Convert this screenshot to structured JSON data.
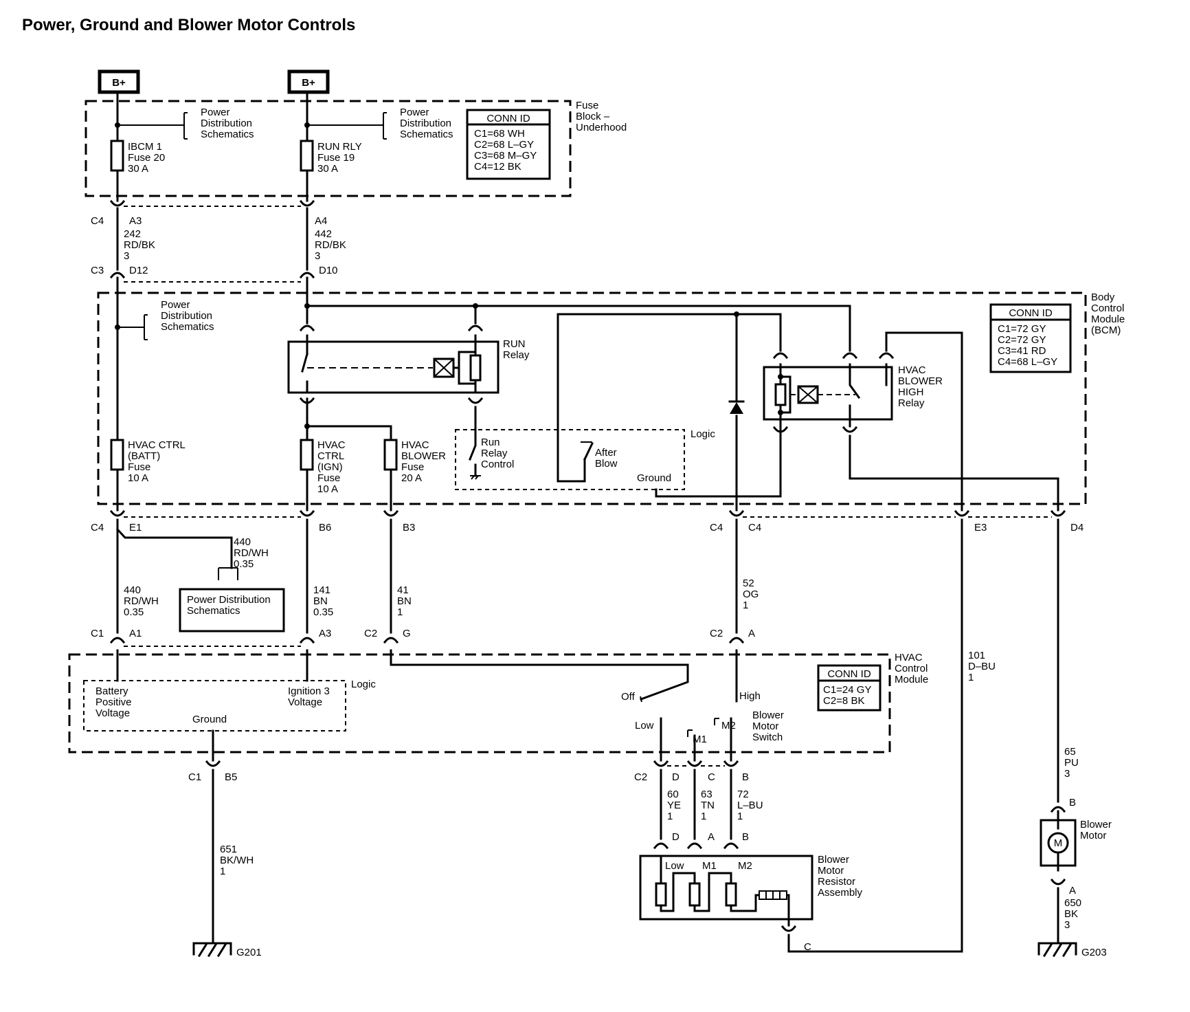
{
  "title": "Power, Ground and Blower Motor Controls",
  "battery_label": "B+",
  "fuse_block": {
    "name": [
      "Fuse",
      "Block –",
      "Underhood"
    ],
    "pds_label": [
      "Power",
      "Distribution",
      "Schematics"
    ],
    "fuse1": [
      "IBCM 1",
      "Fuse 20",
      "30 A"
    ],
    "fuse2": [
      "RUN RLY",
      "Fuse 19",
      "30 A"
    ],
    "conn_id": {
      "header": "CONN ID",
      "rows": [
        "C1=68 WH",
        "C2=68 L–GY",
        "C3=68 M–GY",
        "C4=12 BK"
      ]
    }
  },
  "bcm": {
    "name": [
      "Body",
      "Control",
      "Module",
      "(BCM)"
    ],
    "pds_label": [
      "Power",
      "Distribution",
      "Schematics"
    ],
    "run_relay": [
      "RUN",
      "Relay"
    ],
    "hvac_relay": [
      "HVAC",
      "BLOWER",
      "HIGH",
      "Relay"
    ],
    "fuse_batt": [
      "HVAC CTRL",
      "(BATT)",
      "Fuse",
      "10 A"
    ],
    "fuse_ign": [
      "HVAC",
      "CTRL",
      "(IGN)",
      "Fuse",
      "10 A"
    ],
    "fuse_blower": [
      "HVAC",
      "BLOWER",
      "Fuse",
      "20 A"
    ],
    "logic": "Logic",
    "run_relay_control": [
      "Run",
      "Relay",
      "Control"
    ],
    "after_blow": [
      "After",
      "Blow"
    ],
    "ground": "Ground",
    "conn_id": {
      "header": "CONN ID",
      "rows": [
        "C1=72 GY",
        "C2=72 GY",
        "C3=41 RD",
        "C4=68 L–GY"
      ]
    }
  },
  "hvac_module": {
    "name": [
      "HVAC",
      "Control",
      "Module"
    ],
    "logic": "Logic",
    "battery_voltage": [
      "Battery",
      "Positive",
      "Voltage"
    ],
    "ignition_voltage": [
      "Ignition 3",
      "Voltage"
    ],
    "ground": "Ground",
    "switch_name": [
      "Blower",
      "Motor",
      "Switch"
    ],
    "off": "Off",
    "low": "Low",
    "high": "High",
    "m1": "M1",
    "m2": "M2",
    "conn_id": {
      "header": "CONN ID",
      "rows": [
        "C1=24 GY",
        "C2=8 BK"
      ]
    }
  },
  "pds_box": [
    "Power Distribution",
    "Schematics"
  ],
  "connectors": {
    "c1": "C1",
    "c2": "C2",
    "c3": "C3",
    "c4": "C4",
    "a1": "A1",
    "a3": "A3",
    "a4": "A4",
    "d10": "D10",
    "d12": "D12",
    "e1": "E1",
    "b6": "B6",
    "b3": "B3",
    "c4pin": "C4",
    "e3": "E3",
    "d4": "D4",
    "g": "G",
    "a": "A",
    "b": "B",
    "c": "C",
    "d": "D",
    "b5": "B5"
  },
  "wires": {
    "w242": [
      "242",
      "RD/BK",
      "3"
    ],
    "w442": [
      "442",
      "RD/BK",
      "3"
    ],
    "w440a": [
      "440",
      "RD/WH",
      "0.35"
    ],
    "w440b": [
      "440",
      "RD/WH",
      "0.35"
    ],
    "w141": [
      "141",
      "BN",
      "0.35"
    ],
    "w41": [
      "41",
      "BN",
      "1"
    ],
    "w52": [
      "52",
      "OG",
      "1"
    ],
    "w101": [
      "101",
      "D–BU",
      "1"
    ],
    "w65": [
      "65",
      "PU",
      "3"
    ],
    "w60": [
      "60",
      "YE",
      "1"
    ],
    "w63": [
      "63",
      "TN",
      "1"
    ],
    "w72": [
      "72",
      "L–BU",
      "1"
    ],
    "w650": [
      "650",
      "BK",
      "3"
    ],
    "w651": [
      "651",
      "BK/WH",
      "1"
    ]
  },
  "resistor_assembly": {
    "name": [
      "Blower",
      "Motor",
      "Resistor",
      "Assembly"
    ],
    "low": "Low",
    "m1": "M1",
    "m2": "M2"
  },
  "blower_motor": {
    "name": [
      "Blower",
      "Motor"
    ],
    "symbol": "M"
  },
  "grounds": {
    "g201": "G201",
    "g203": "G203"
  }
}
